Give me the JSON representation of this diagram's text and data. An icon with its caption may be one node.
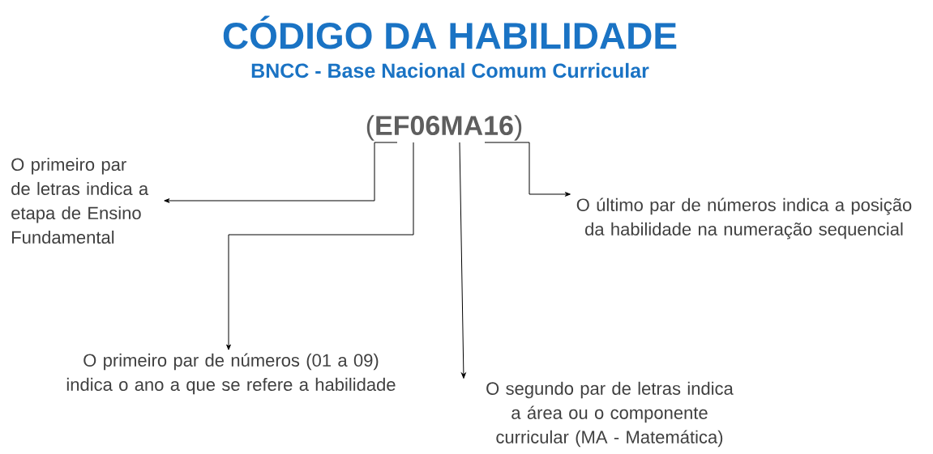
{
  "diagram": {
    "title": "CÓDIGO DA HABILIDADE",
    "nodes": [
      {
        "text": [
          "(**EF06MA16**)"
        ]
      },
      {
        "text": [
          "O primeiro par de letras indica a etapa de Ensino Fundamental"
        ]
      },
      {
        "text": [
          "O último par de números indica a posição da habilidade na numeração sequencial"
        ]
      },
      {
        "text": [
          "O primeiro par de números (01 a 09) indica o ano a que se refere a habilidade"
        ]
      },
      {
        "text": [
          "O segundo par de letras indica a área ou o componente curricular (MA - Matemática)"
        ]
      }
    ],
    "edges": [
      {
        "from": 0,
        "to": 1,
        "arrow": "to"
      },
      {
        "from": 0,
        "to": 3,
        "arrow": "to"
      },
      {
        "from": 0,
        "to": 4,
        "arrow": "to"
      },
      {
        "from": 0,
        "to": 2,
        "arrow": "to"
      }
    ],
    "labels": [
      "BNCC - Base Nacional Comum Curricular"
    ]
  }
}
